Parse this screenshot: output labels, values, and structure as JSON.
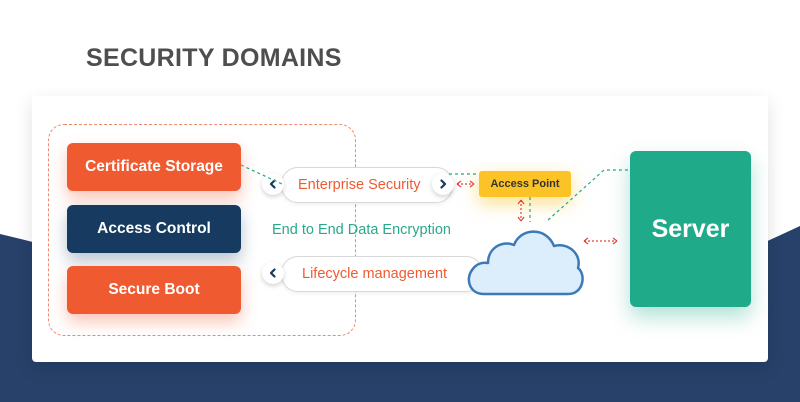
{
  "title": "SECURITY DOMAINS",
  "device_domains": [
    {
      "label": "Certificate Storage",
      "color": "#f05a30"
    },
    {
      "label": "Access Control",
      "color": "#173a60"
    },
    {
      "label": "Secure Boot",
      "color": "#f05a30"
    }
  ],
  "channels": {
    "enterprise": "Enterprise Security",
    "encryption": "End to End Data Encryption",
    "lifecycle": "Lifecycle management"
  },
  "access_point": "Access Point",
  "server": "Server",
  "colors": {
    "orange": "#f05a30",
    "navy": "#173a60",
    "teal": "#1faa8a",
    "yellow": "#fcc326",
    "cloud_fill": "#dceefb",
    "cloud_stroke": "#3c79b8",
    "background_wave": "#27416a"
  },
  "icons": {
    "chevron_left": "chevron-left-icon",
    "chevron_right": "chevron-right-icon",
    "cloud": "cloud-icon"
  }
}
